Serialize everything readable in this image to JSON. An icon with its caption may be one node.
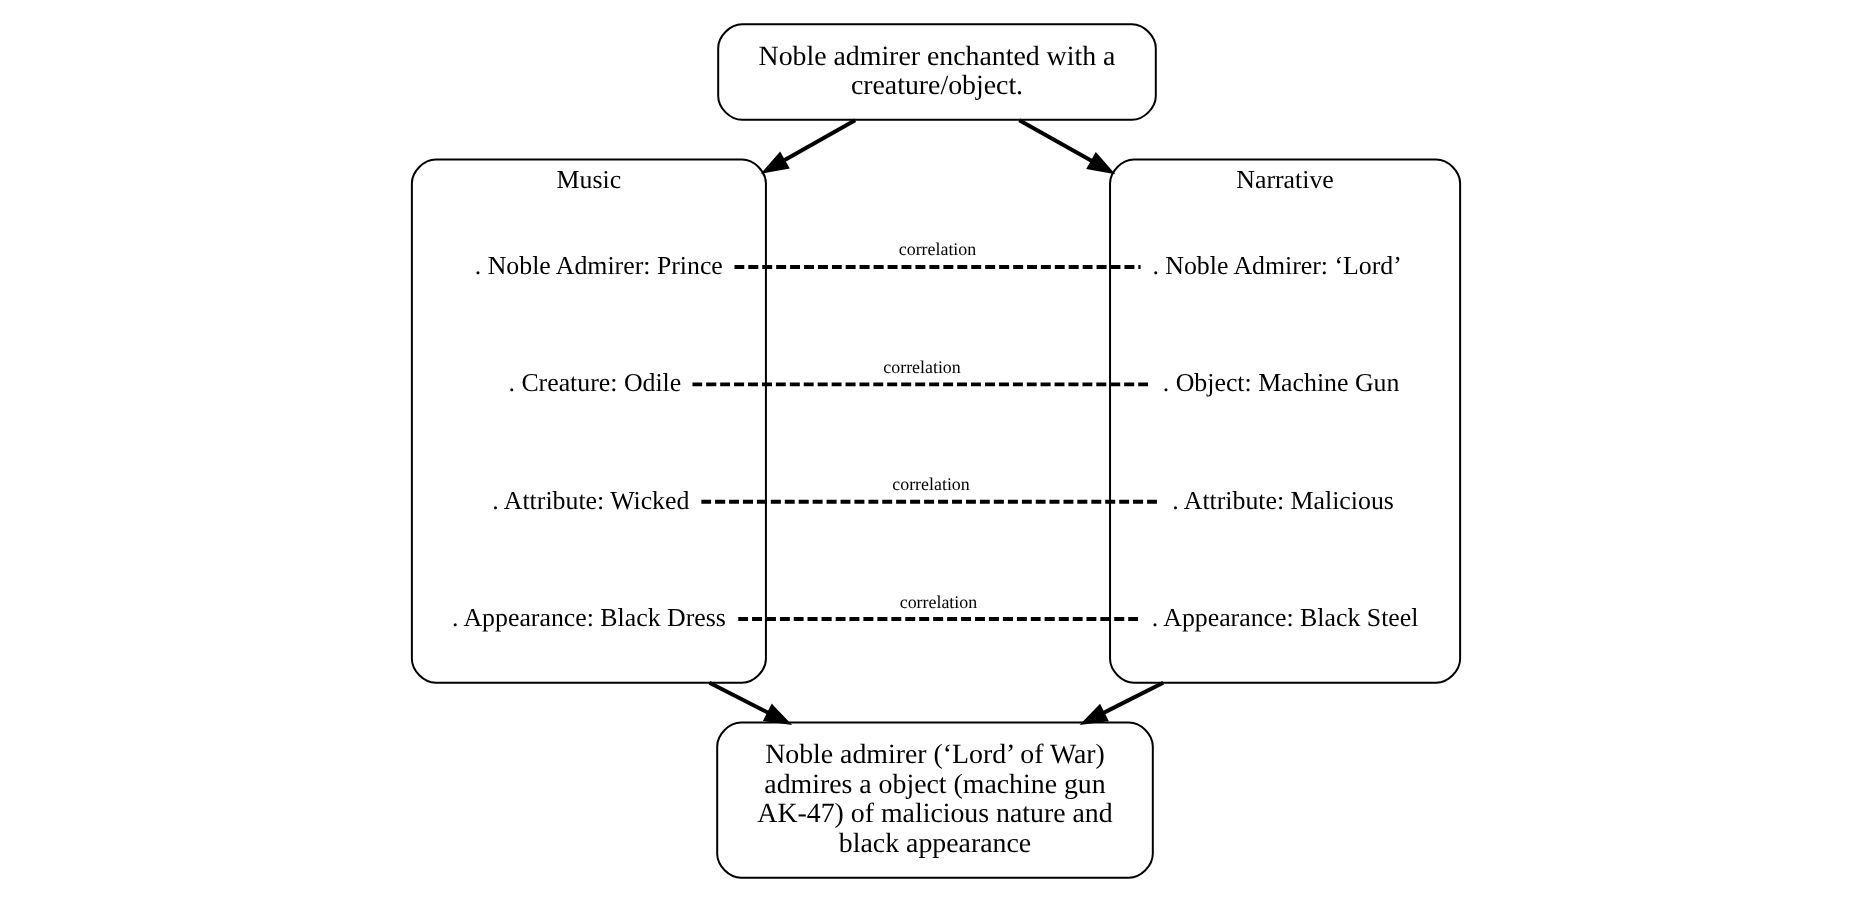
{
  "diagram": {
    "nodes": [
      {
        "text": [
          "Noble admirer enchanted with a creature/object."
        ]
      },
      {
        "text": [
          "Music"
        ]
      },
      {
        "text": [
          ". Noble Admirer: Prince"
        ],
        "in": 1
      },
      {
        "text": [
          ". Creature: Odile"
        ],
        "in": 1
      },
      {
        "text": [
          ". Attribute: Wicked"
        ],
        "in": 1
      },
      {
        "text": [
          ". Appearance: Black Dress"
        ],
        "in": 1
      },
      {
        "text": [
          "Narrative"
        ]
      },
      {
        "text": [
          ". Noble Admirer: ‘Lord’"
        ],
        "in": 6
      },
      {
        "text": [
          ". Object: Machine Gun"
        ],
        "in": 6
      },
      {
        "text": [
          ". Attribute: Malicious"
        ],
        "in": 6
      },
      {
        "text": [
          ". Appearance: Black Steel"
        ],
        "in": 6
      },
      {
        "text": [
          "Noble admirer (‘Lord’ of War) admires a object (machine gun AK-47) of malicious nature and black appearance"
        ]
      }
    ],
    "edges": [
      {
        "from": 0,
        "to": 1,
        "arrow": "to"
      },
      {
        "from": 0,
        "to": 6,
        "arrow": "to"
      },
      {
        "from": 2,
        "to": 7,
        "arrow": "none",
        "label": "correlation",
        "style": "dashed"
      },
      {
        "from": 3,
        "to": 8,
        "arrow": "none",
        "label": "correlation",
        "style": "dashed"
      },
      {
        "from": 4,
        "to": 9,
        "arrow": "none",
        "label": "correlation",
        "style": "dashed"
      },
      {
        "from": 5,
        "to": 10,
        "arrow": "none",
        "label": "correlation",
        "style": "dashed"
      },
      {
        "from": 1,
        "to": 11,
        "arrow": "to"
      },
      {
        "from": 6,
        "to": 11,
        "arrow": "to"
      }
    ]
  }
}
